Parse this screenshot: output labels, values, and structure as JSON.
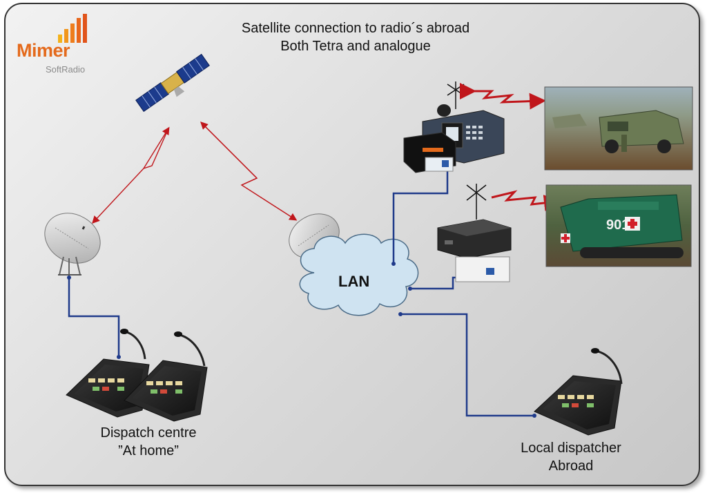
{
  "title": {
    "line1": "Satellite connection to radio´s abroad",
    "line2": "Both Tetra and analogue"
  },
  "logo": {
    "name": "Mimer",
    "sub": "SoftRadio",
    "icon": "signal-bars-icon",
    "color": "#e46a1c"
  },
  "lan": {
    "label": "LAN"
  },
  "captions": {
    "home": {
      "line1": "Dispatch centre",
      "line2": "”At home”"
    },
    "abroad": {
      "line1": "Local dispatcher",
      "line2": "Abroad"
    }
  },
  "vehicle": {
    "number": "901"
  },
  "colors": {
    "link": "#1f3a8a",
    "radio_link": "#c0161b",
    "cloud": "#cfe3f1"
  }
}
